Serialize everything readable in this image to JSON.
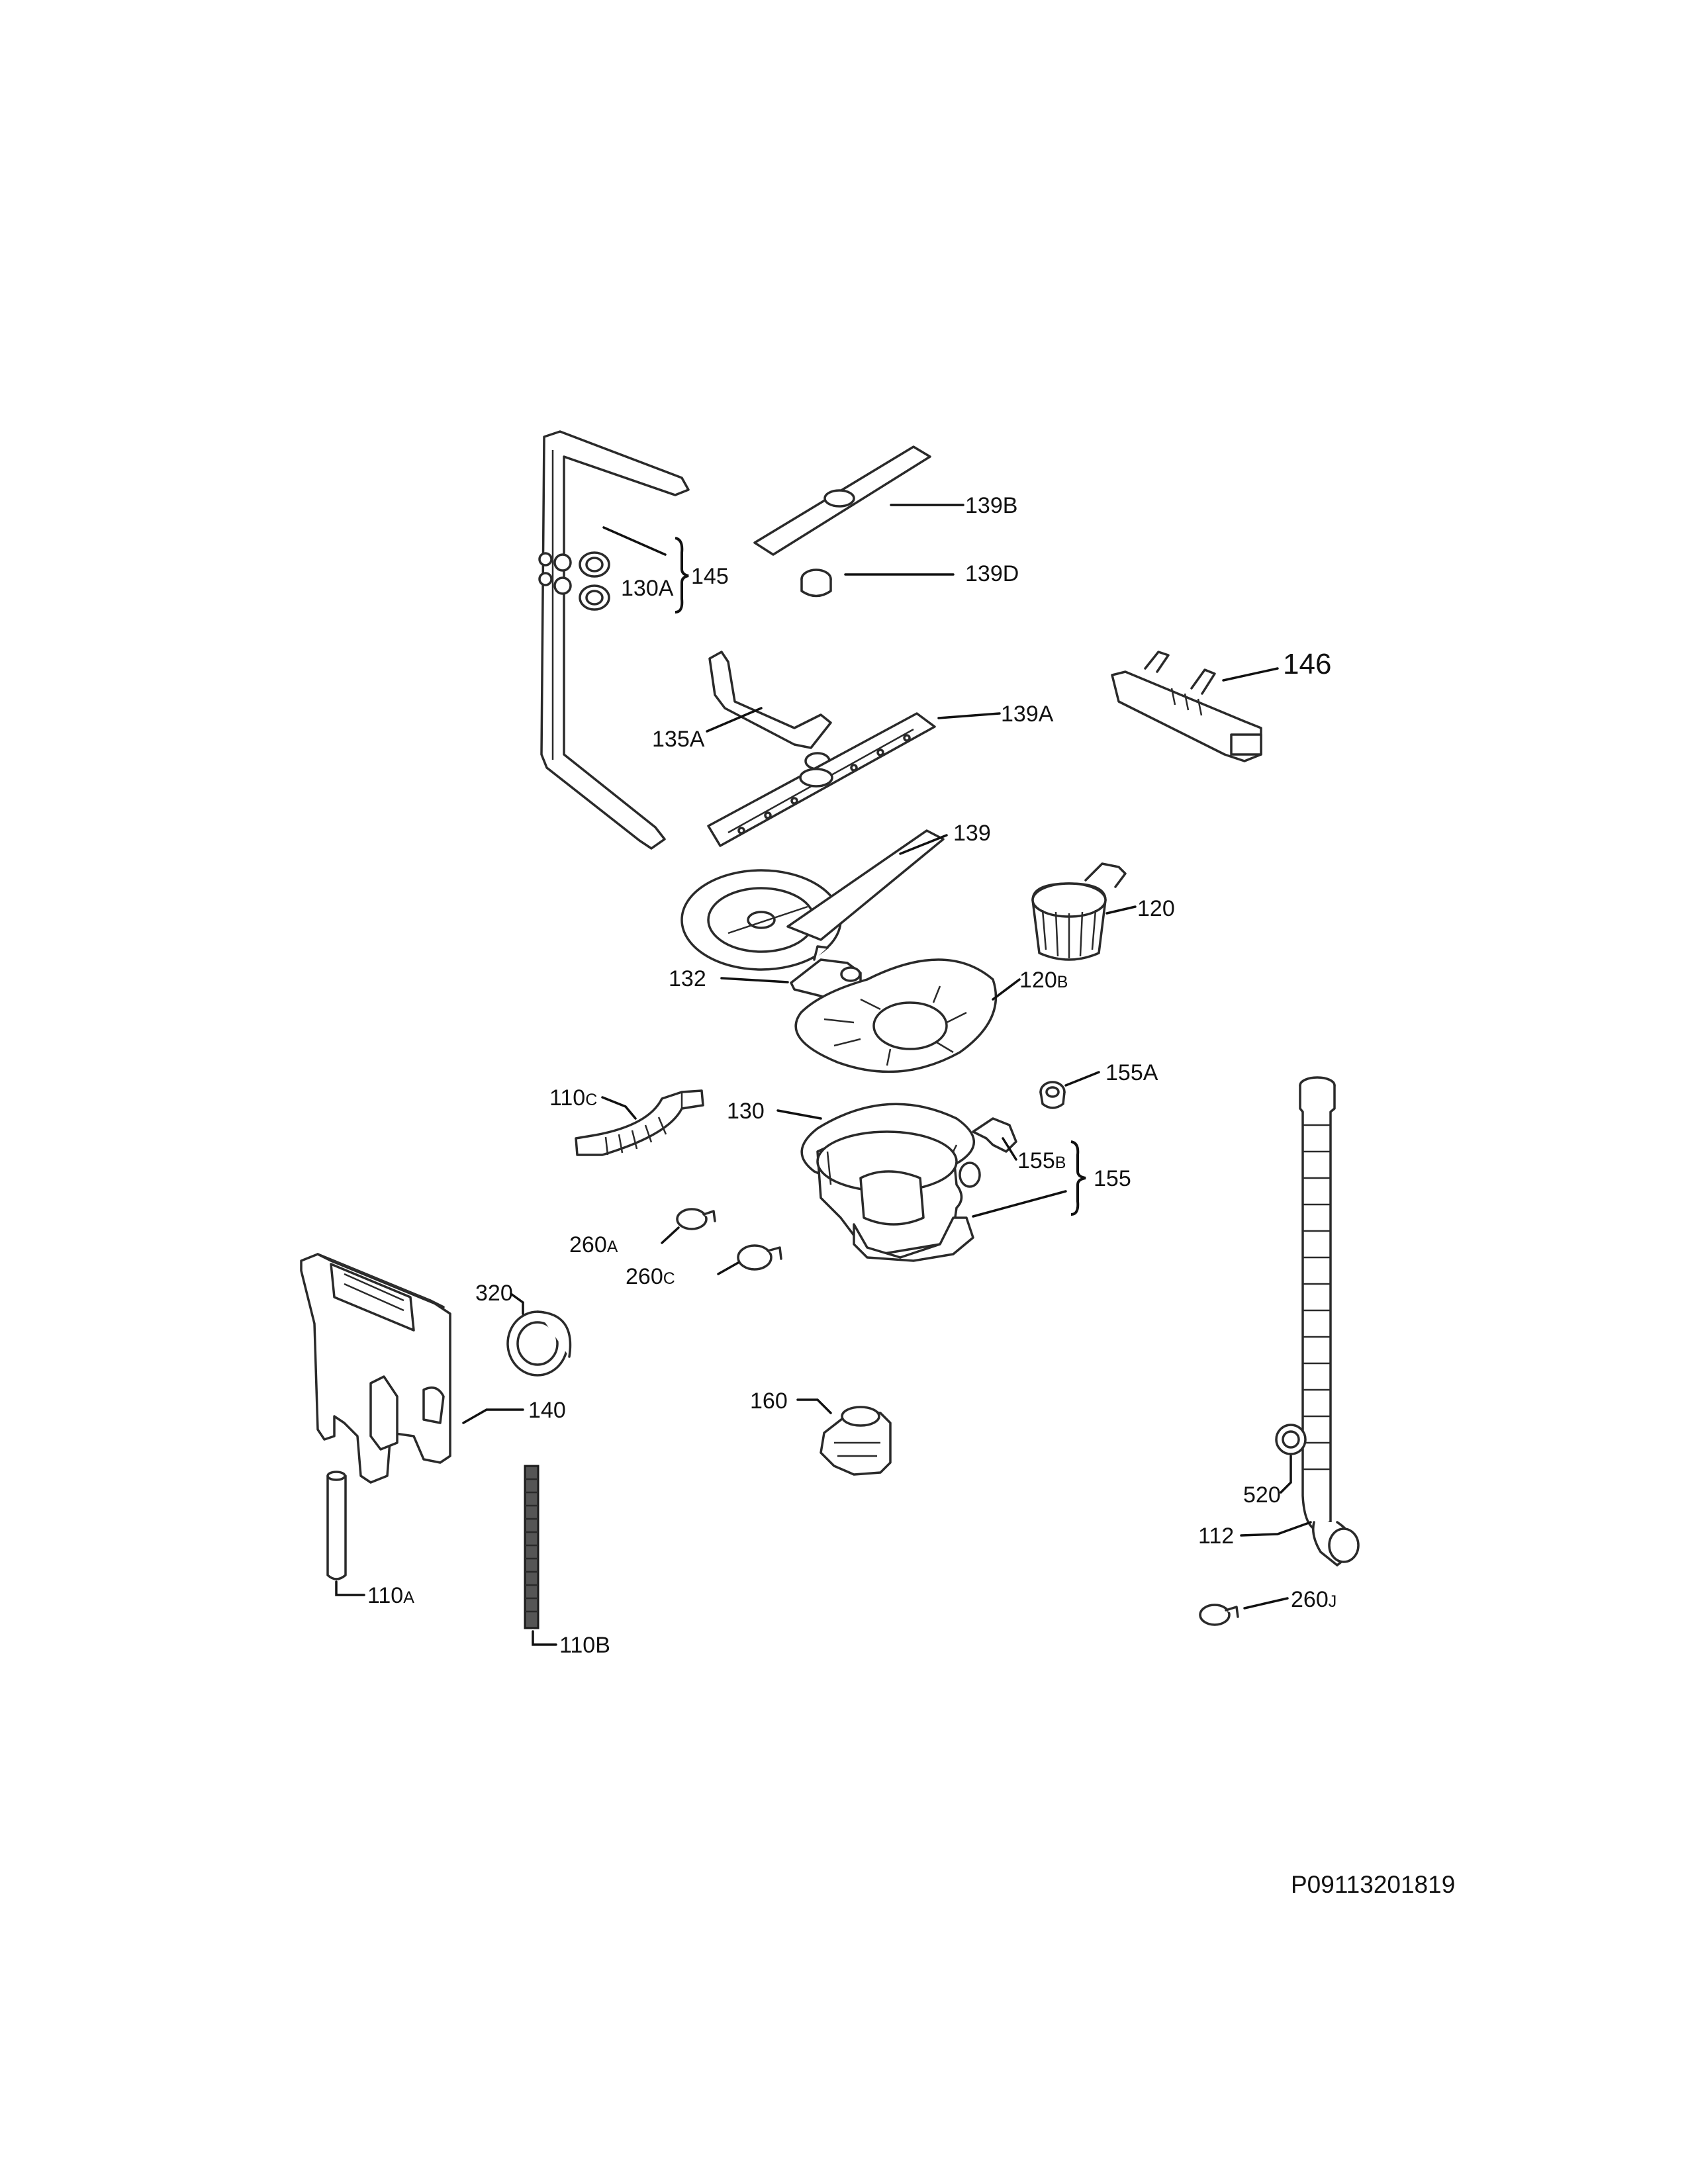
{
  "labels": {
    "l139B": "139B",
    "l139D": "139D",
    "l145": "145",
    "l130A": "130A",
    "l146": "146",
    "l135A": "135A",
    "l139A": "139A",
    "l139": "139",
    "l120": "120",
    "l132": "132",
    "l120B_main": "120",
    "l120B_sub": "B",
    "l110C_main": "110",
    "l110C_sub": "C",
    "l130": "130",
    "l155A": "155A",
    "l155B_main": "155",
    "l155B_sub": "B",
    "l155": "155",
    "l260A_main": "260",
    "l260A_sub": "A",
    "l260C_main": "260",
    "l260C_sub": "C",
    "l320": "320",
    "l140": "140",
    "l160": "160",
    "l520": "520",
    "l112": "112",
    "l110A_main": "110",
    "l110A_sub": "A",
    "l110B": "110B",
    "l260J_main": "260",
    "l260J_sub": "J"
  },
  "drawing_code": "P09113201819"
}
